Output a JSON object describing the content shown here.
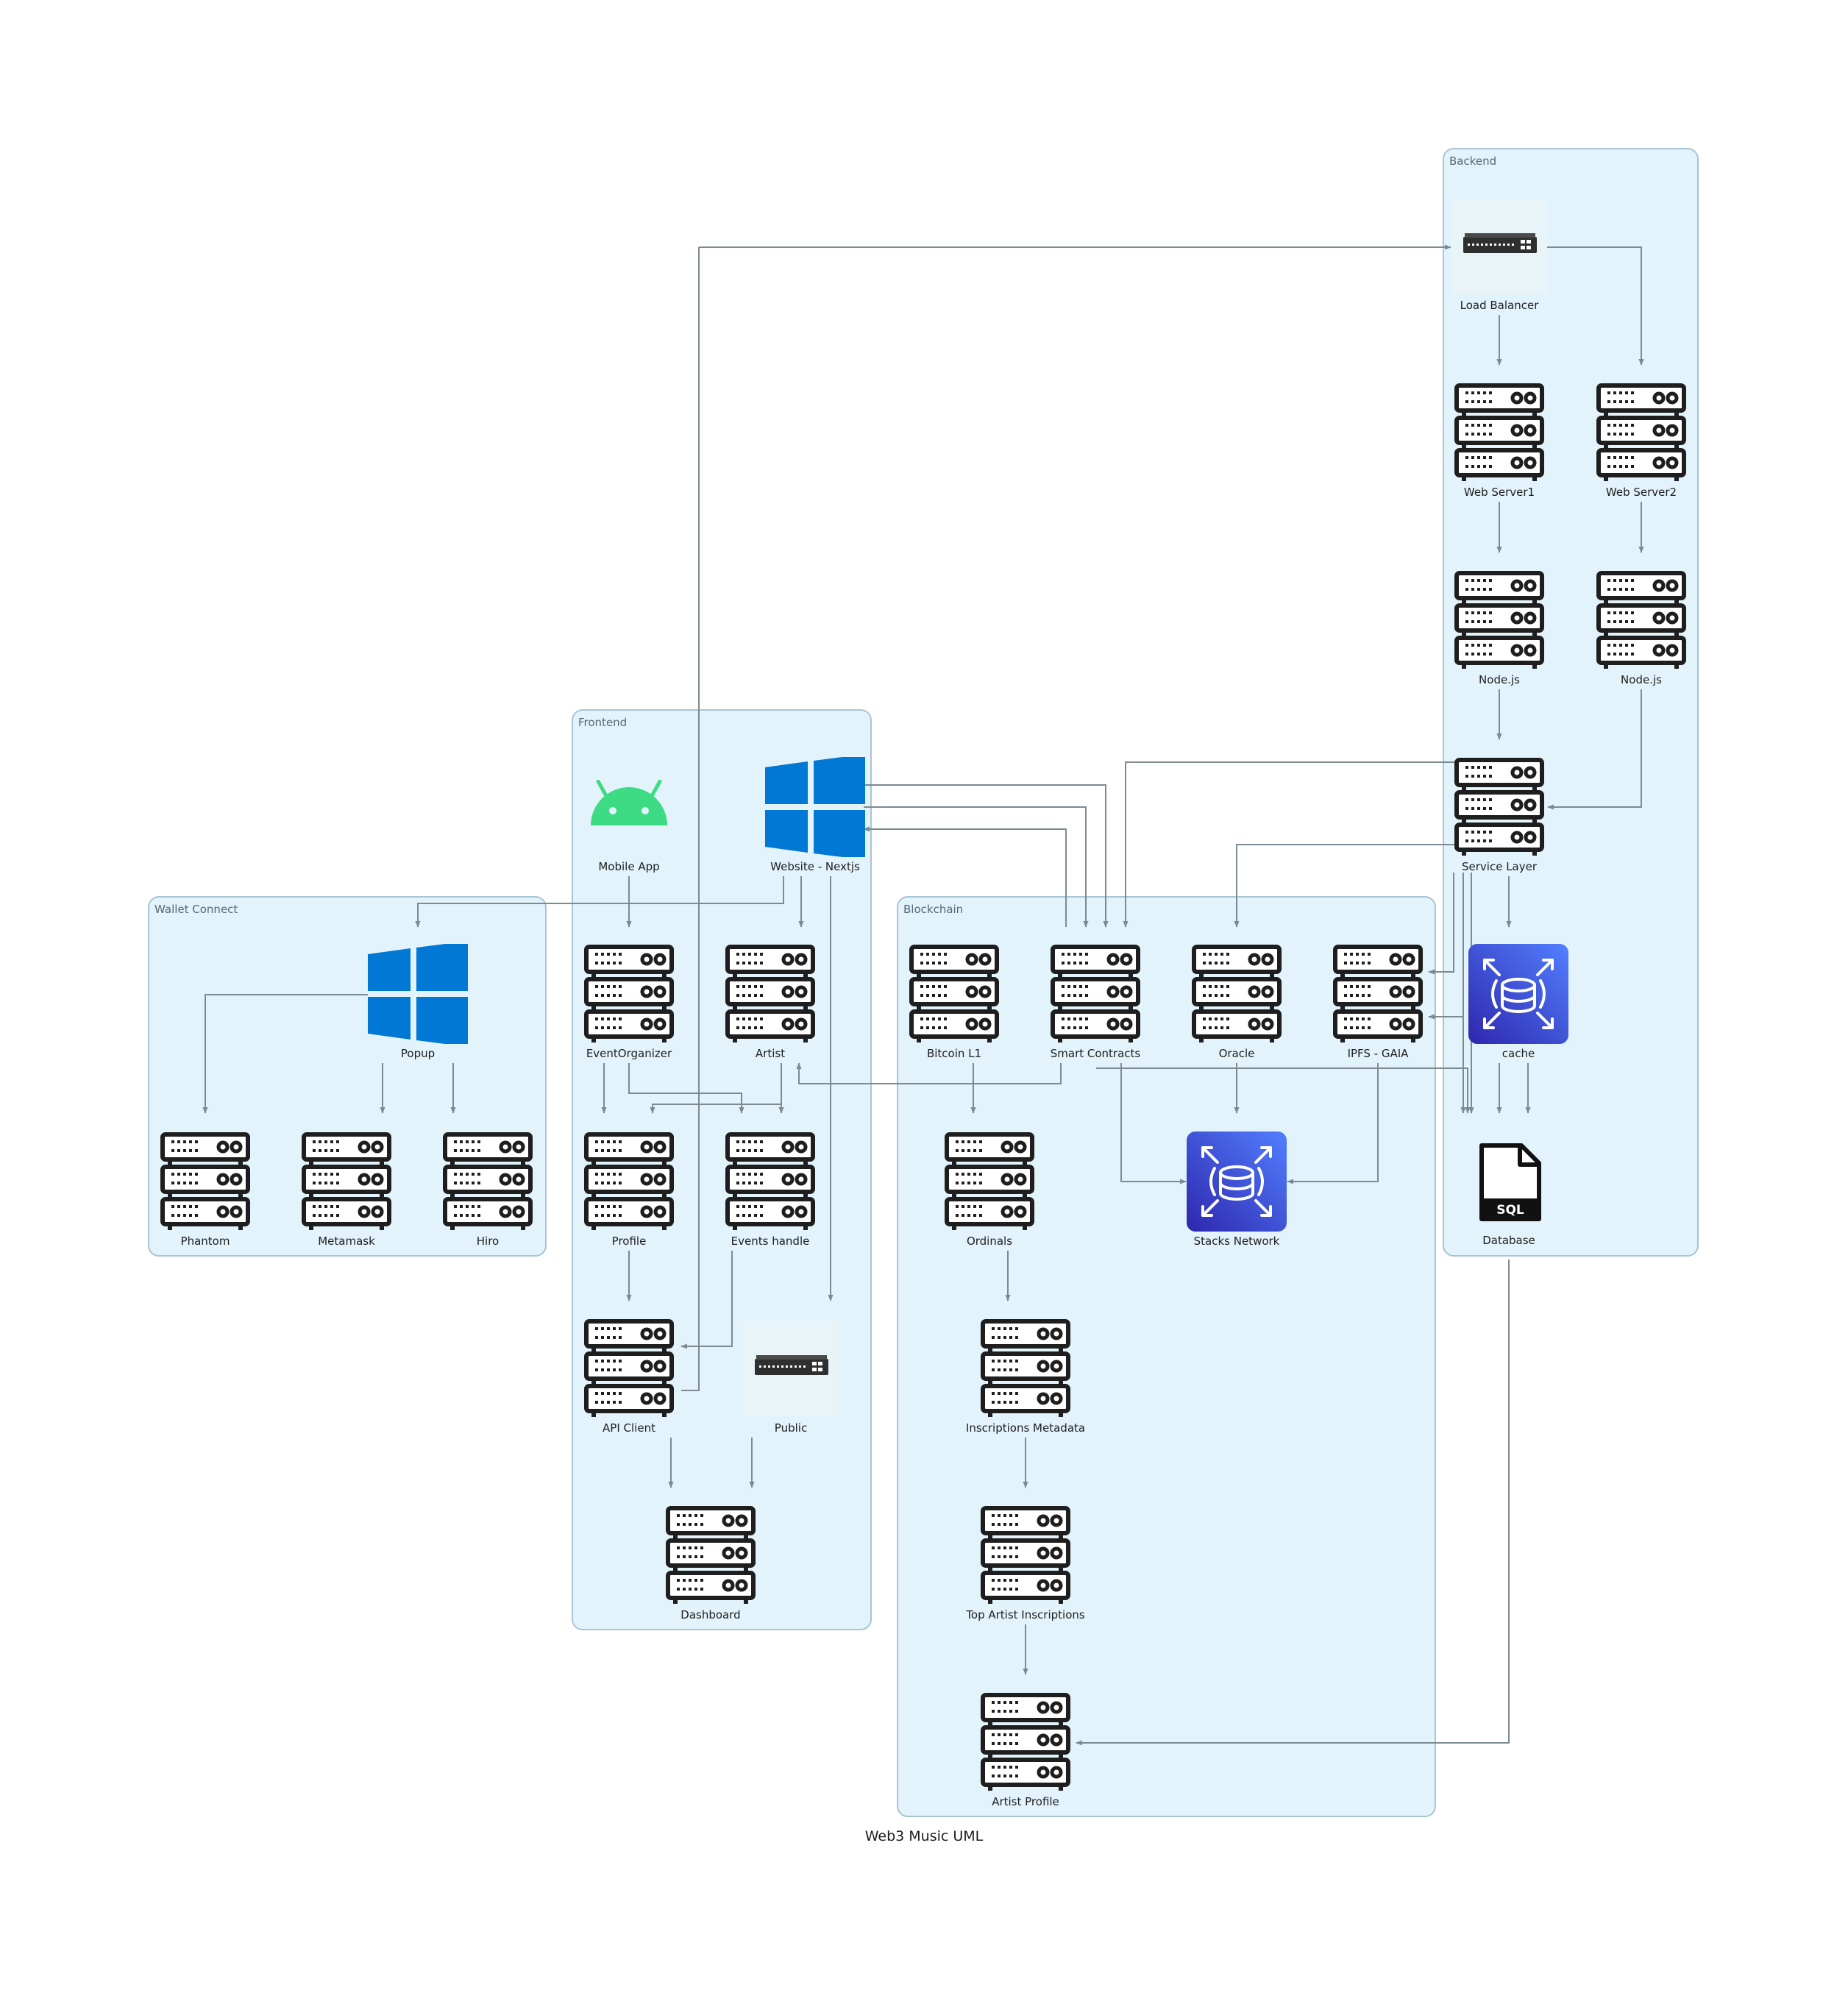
{
  "title": "Web3 Music UML",
  "clusters": {
    "backend": "Backend",
    "frontend": "Frontend",
    "wallet": "Wallet Connect",
    "blockchain": "Blockchain"
  },
  "nodes": {
    "load_balancer": "Load Balancer",
    "web_server1": "Web Server1",
    "web_server2": "Web Server2",
    "nodejs1": "Node.js",
    "nodejs2": "Node.js",
    "service_layer": "Service Layer",
    "cache": "cache",
    "database": "Database",
    "mobile_app": "Mobile App",
    "website": "Website - Nextjs",
    "event_organizer": "EventOrganizer",
    "artist": "Artist",
    "profile": "Profile",
    "events_handle": "Events handle",
    "api_client": "API Client",
    "public": "Public",
    "dashboard": "Dashboard",
    "popup": "Popup",
    "phantom": "Phantom",
    "metamask": "Metamask",
    "hiro": "Hiro",
    "bitcoin_l1": "Bitcoin L1",
    "smart_contracts": "Smart Contracts",
    "oracle": "Oracle",
    "ipfs": "IPFS - GAIA",
    "stacks": "Stacks Network",
    "ordinals": "Ordinals",
    "inscriptions_metadata": "Inscriptions Metadata",
    "top_artist": "Top Artist Inscriptions",
    "artist_profile": "Artist Profile",
    "sql_badge": "SQL"
  },
  "colors": {
    "cluster_fill": "#e2f3fb",
    "cluster_border": "#a9c4d4",
    "edge": "#7d8a92",
    "windows": "#0078d4",
    "android": "#3ddc84",
    "aws_blue": "#3f48cc",
    "server_ink": "#1e1e1e"
  },
  "icons": {
    "server": "server-rack-icon",
    "switch": "network-switch-icon",
    "windows": "windows-logo-icon",
    "android": "android-logo-icon",
    "database": "aws-database-icon",
    "sql_file": "sql-file-icon"
  }
}
